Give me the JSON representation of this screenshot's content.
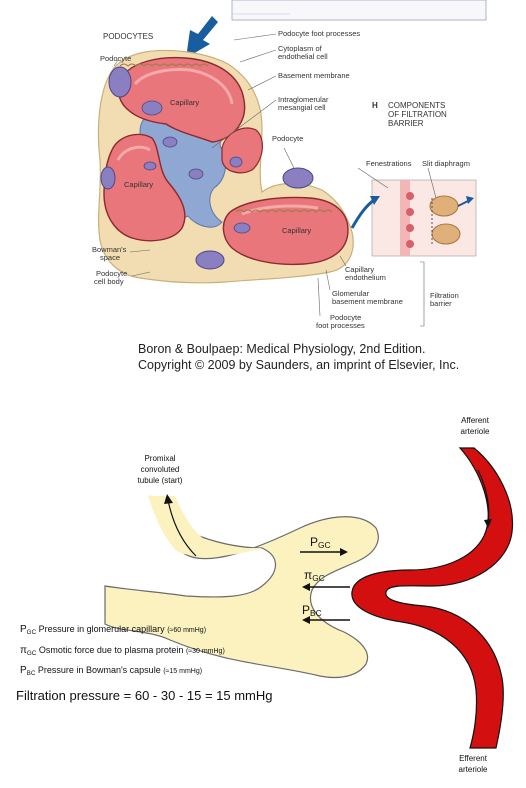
{
  "figure1": {
    "labels": {
      "podocytes": "PODOCYTES",
      "podocyte_foot_processes": "Podocyte foot processes",
      "cytoplasm": "Cytoplasm of",
      "cytoplasm2": "endothelial cell",
      "basement_membrane": "Basement membrane",
      "intraglomerular": "Intraglomerular",
      "mesangial": "mesangial cell",
      "podocyte_left": "Podocyte",
      "podocyte_mid": "Podocyte",
      "capillary_1": "Capillary",
      "capillary_2": "Capillary",
      "capillary_3": "Capillary",
      "panel_letter": "H",
      "components1": "COMPONENTS",
      "components2": "OF FILTRATION",
      "components3": "BARRIER",
      "fenestrations": "Fenestrations",
      "slit_diaphragm": "Slit diaphragm",
      "bowmans1": "Bowman's",
      "bowmans2": "space",
      "podocyte_body1": "Podocyte",
      "podocyte_body2": "cell body",
      "cap_endo1": "Capillary",
      "cap_endo2": "endothelium",
      "glom_bm1": "Glomerular",
      "glom_bm2": "basement membrane",
      "pod_fp1": "Podocyte",
      "pod_fp2": "foot processes",
      "filtration1": "Filtration",
      "filtration2": "barrier"
    },
    "credit_line1": "Boron & Boulpaep: Medical Physiology, 2nd Edition.",
    "credit_line2": "Copyright © 2009 by Saunders, an imprint of Elsevier, Inc."
  },
  "figure2": {
    "afferent1": "Afferent",
    "afferent2": "arteriole",
    "efferent1": "Efferent",
    "efferent2": "arteriole",
    "pct1": "Promixal",
    "pct2": "convoluted",
    "pct3": "tubule (start)",
    "p_gc_sym": "P",
    "p_gc_sub": "GC",
    "pi_gc_sym": "π",
    "pi_gc_sub": "GC",
    "p_bc_sym": "P",
    "p_bc_sub": "BC",
    "legend": [
      {
        "sym": "P",
        "sub": "GC",
        "text": " Pressure in glomerular capillary ",
        "note": "(≈60 mmHg)"
      },
      {
        "sym": "π",
        "sub": "GC",
        "text": " Osmotic force due to plasma protein ",
        "note": "(≈30 mmHg)"
      },
      {
        "sym": "P",
        "sub": "BC",
        "text": " Pressure in Bowman's capsule ",
        "note": "(≈15 mmHg)"
      }
    ],
    "formula": "Filtration pressure = 60 - 30 - 15 = 15 mmHg"
  },
  "colors": {
    "capillary": "#e8767a",
    "capillary_light": "#f4a9ab",
    "mesangial": "#8fa7d3",
    "podocyte": "#f1ddb1",
    "nucleus": "#8a7fc0",
    "blood": "#d40f0f",
    "tubule": "#fbf2c0",
    "arrow_blue": "#1a5d9e"
  }
}
